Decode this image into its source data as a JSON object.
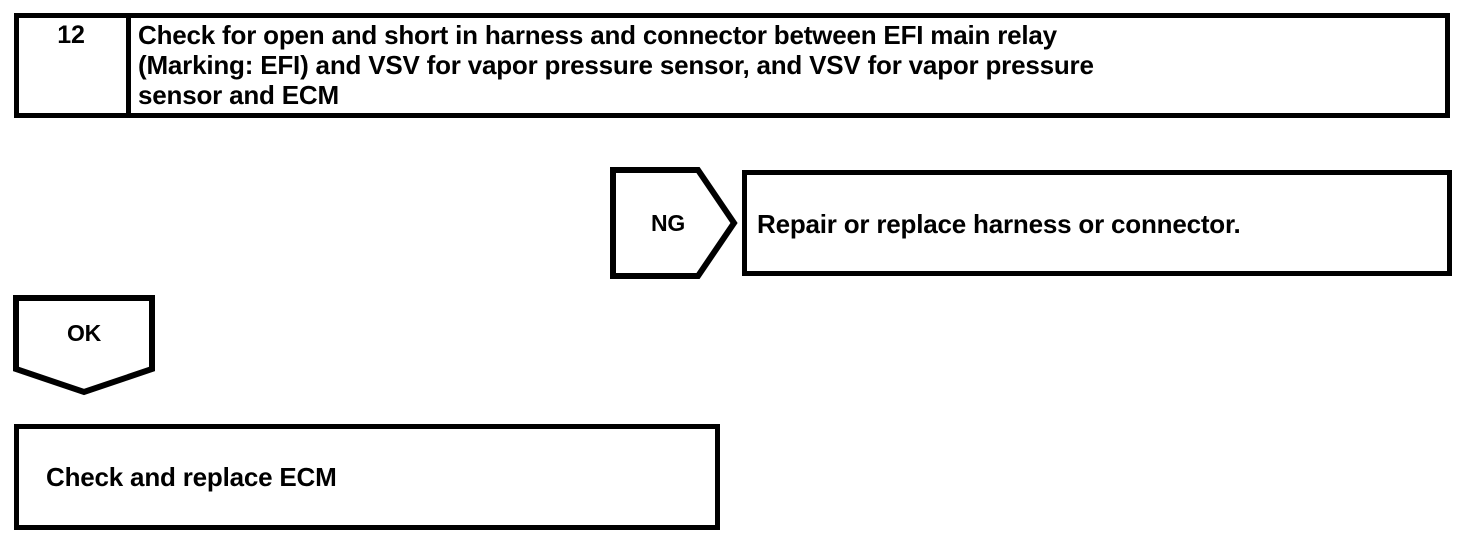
{
  "document": {
    "kind": "troubleshooting-flowchart",
    "ink_color": "#000000",
    "paper_color": "#ffffff"
  },
  "step": {
    "number": "12",
    "instruction": "Check for open and short in harness and connector between EFI main relay\n(Marking: EFI) and VSV for vapor pressure sensor, and VSV for vapor pressure\nsensor and ECM"
  },
  "branches": [
    {
      "label": "NG",
      "direction": "right",
      "result": "Repair or replace harness or connector."
    },
    {
      "label": "OK",
      "direction": "down",
      "result": "Check and replace ECM"
    }
  ],
  "outcomes": {
    "ng_action": "Repair or replace harness or connector.",
    "ok_action": "Check and replace ECM"
  }
}
